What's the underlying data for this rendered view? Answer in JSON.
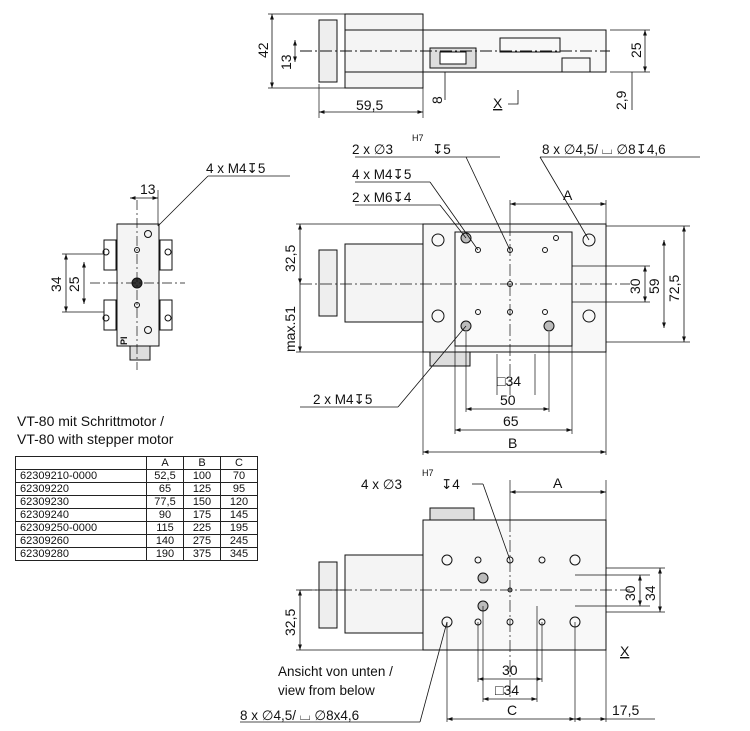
{
  "title": {
    "line1": "VT-80 mit Schrittmotor /",
    "line2": "VT-80 with stepper motor"
  },
  "table": {
    "headers": [
      "",
      "A",
      "B",
      "C"
    ],
    "rows": [
      [
        "62309210-0000",
        "52,5",
        "100",
        "70"
      ],
      [
        "62309220",
        "65",
        "125",
        "95"
      ],
      [
        "62309230",
        "77,5",
        "150",
        "120"
      ],
      [
        "62309240",
        "90",
        "175",
        "145"
      ],
      [
        "62309250-0000",
        "115",
        "225",
        "195"
      ],
      [
        "62309260",
        "140",
        "275",
        "245"
      ],
      [
        "62309280",
        "190",
        "375",
        "345"
      ]
    ]
  },
  "side_view": {
    "dim_42": "42",
    "dim_13": "13",
    "dim_59_5": "59,5",
    "dim_8": "8",
    "dim_x": "X",
    "dim_2_9": "2,9",
    "dim_25": "25"
  },
  "front_view": {
    "note": "4 x M4↧5",
    "dim_13": "13",
    "dim_34": "34",
    "dim_25": "25",
    "logo": "PI"
  },
  "top_view": {
    "note_2x3": "2 x ∅3",
    "note_2x3_sup": "H7",
    "note_2x3_depth": "↧5",
    "note_4xm4": "4 x M4↧5",
    "note_2xm6": "2 x M6↧4",
    "note_8x": "8 x ∅4,5/ ⌴ ∅8↧4,6",
    "dim_a": "A",
    "dim_32_5": "32,5",
    "dim_max51": "max.51",
    "dim_30": "30",
    "dim_59": "59",
    "dim_72_5": "72,5",
    "dim_sq34": "□34",
    "dim_50": "50",
    "dim_65": "65",
    "dim_b": "B",
    "note_2xm4": "2 x M4↧5"
  },
  "bottom_view": {
    "note_4x3": "4 x ∅3",
    "note_4x3_sup": "H7",
    "note_4x3_depth": "↧4",
    "dim_a": "A",
    "dim_30v": "30",
    "dim_34v": "34",
    "dim_x": "X",
    "dim_32_5": "32,5",
    "dim_30h": "30",
    "dim_sq34": "□34",
    "dim_c": "C",
    "dim_17_5": "17,5",
    "caption1": "Ansicht von unten /",
    "caption2": "view from below",
    "note_8x": "8 x ∅4,5/ ⌴ ∅8x4,6"
  }
}
